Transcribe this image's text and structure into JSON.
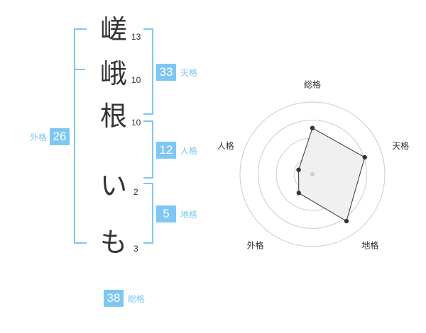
{
  "name": {
    "chars": [
      {
        "char": "嵯",
        "strokes": "13"
      },
      {
        "char": "峨",
        "strokes": "10"
      },
      {
        "char": "根",
        "strokes": "10"
      },
      {
        "char": "い",
        "strokes": "2"
      },
      {
        "char": "も",
        "strokes": "3"
      }
    ]
  },
  "fortunes": {
    "tenkaku": {
      "value": "33",
      "label": "天格"
    },
    "jinkaku": {
      "value": "12",
      "label": "人格"
    },
    "chikaku": {
      "value": "5",
      "label": "地格"
    },
    "gaikaku": {
      "value": "26",
      "label": "外格"
    },
    "soukaku": {
      "value": "38",
      "label": "総格"
    }
  },
  "chart_data": {
    "type": "radar",
    "axes": [
      "総格",
      "天格",
      "地格",
      "外格",
      "人格"
    ],
    "values": [
      3.2,
      3.8,
      4.0,
      1.6,
      1.0
    ],
    "max": 5,
    "rings": 4
  },
  "colors": {
    "accent": "#7ec7f4",
    "radar_fill": "#f0f0f0",
    "radar_line": "#333333",
    "ring": "#cccccc"
  }
}
